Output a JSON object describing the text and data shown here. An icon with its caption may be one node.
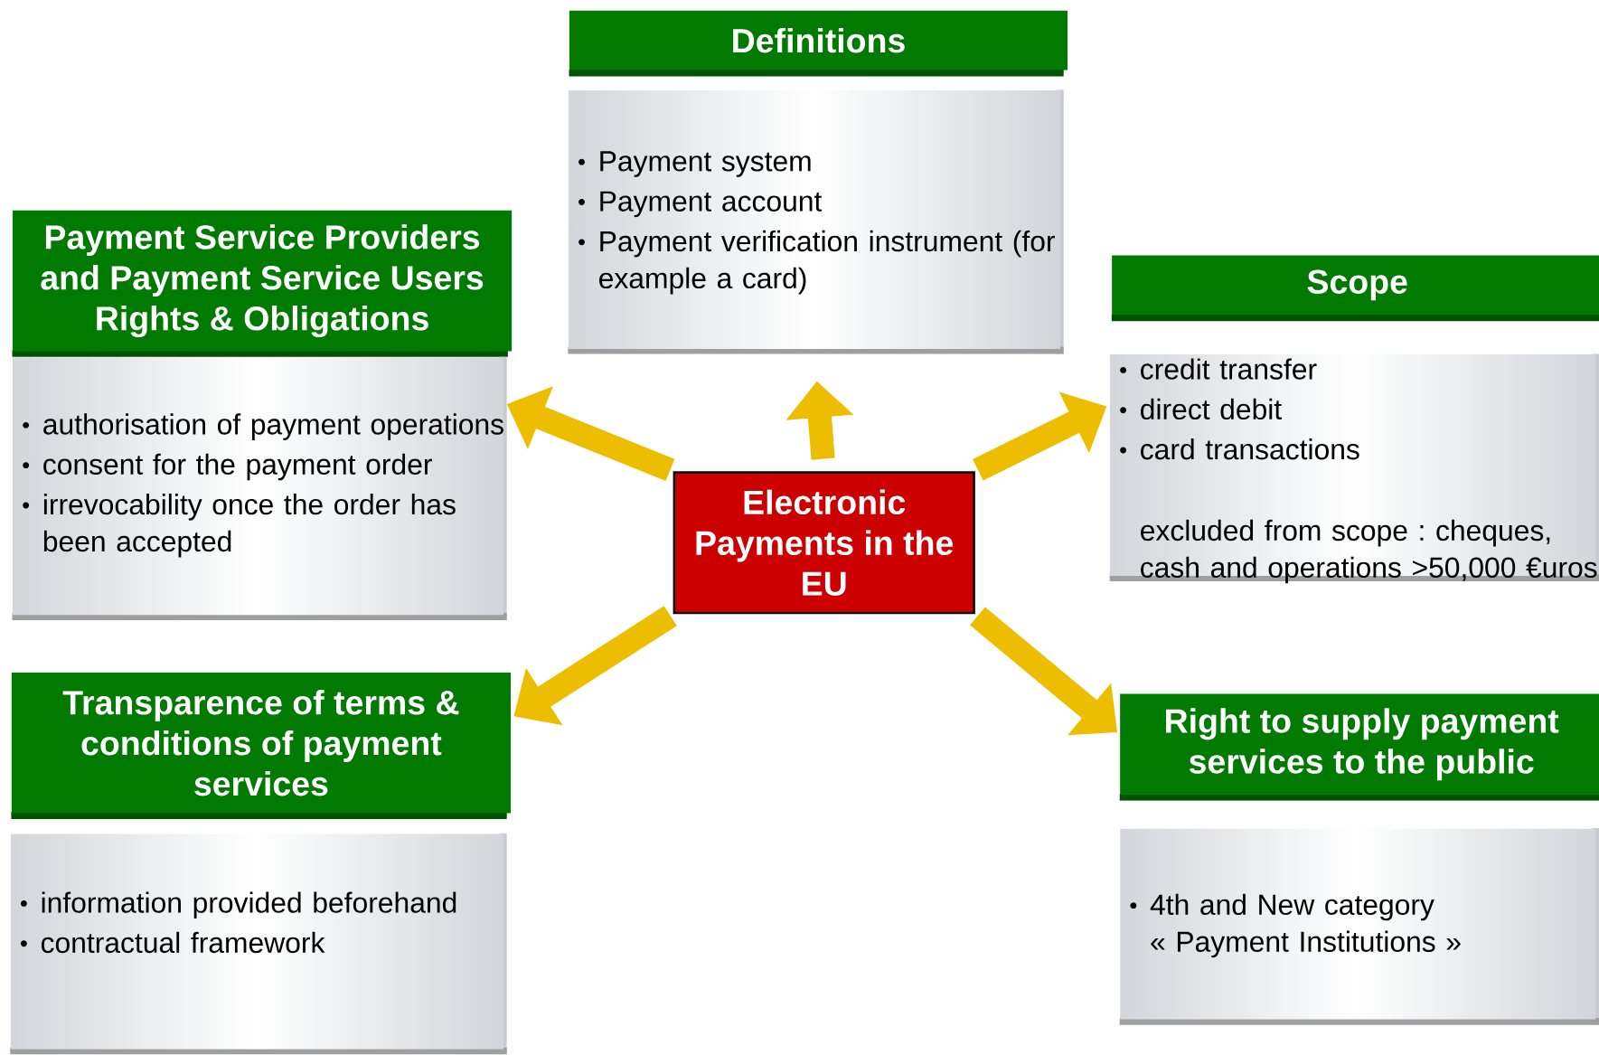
{
  "diagram": {
    "nodes": [
      {
        "text": [
          "Definitions"
        ]
      },
      {
        "text": [
          "Payment system",
          "Payment account",
          "Payment verification instrument (for example a card)"
        ]
      },
      {
        "text": [
          "Payment Service Providers and Payment Service Users Rights & Obligations"
        ]
      },
      {
        "text": [
          "authorisation of payment operations",
          "consent  for the payment order",
          "irrevocability once the order has been accepted"
        ]
      },
      {
        "text": [
          "Scope"
        ]
      },
      {
        "text": [
          "credit transfer",
          "direct debit",
          "card transactions",
          "excluded from scope : cheques, cash and operations >50,000 €uros"
        ]
      },
      {
        "text": [
          "Electronic Payments in the EU"
        ]
      },
      {
        "text": [
          "Transparence of terms & conditions of payment services"
        ]
      },
      {
        "text": [
          "information provided beforehand",
          "contractual framework"
        ]
      },
      {
        "text": [
          "Right to supply payment services to the public"
        ]
      },
      {
        "text": [
          "4th and New category « Payment Institutions »"
        ]
      }
    ],
    "edges": [
      {
        "from": 6,
        "to": 1,
        "arrow": "to"
      },
      {
        "from": 6,
        "to": 3,
        "arrow": "to"
      },
      {
        "from": 6,
        "to": 5,
        "arrow": "to"
      },
      {
        "from": 6,
        "to": 7,
        "arrow": "to"
      },
      {
        "from": 6,
        "to": 9,
        "arrow": "to"
      }
    ]
  }
}
